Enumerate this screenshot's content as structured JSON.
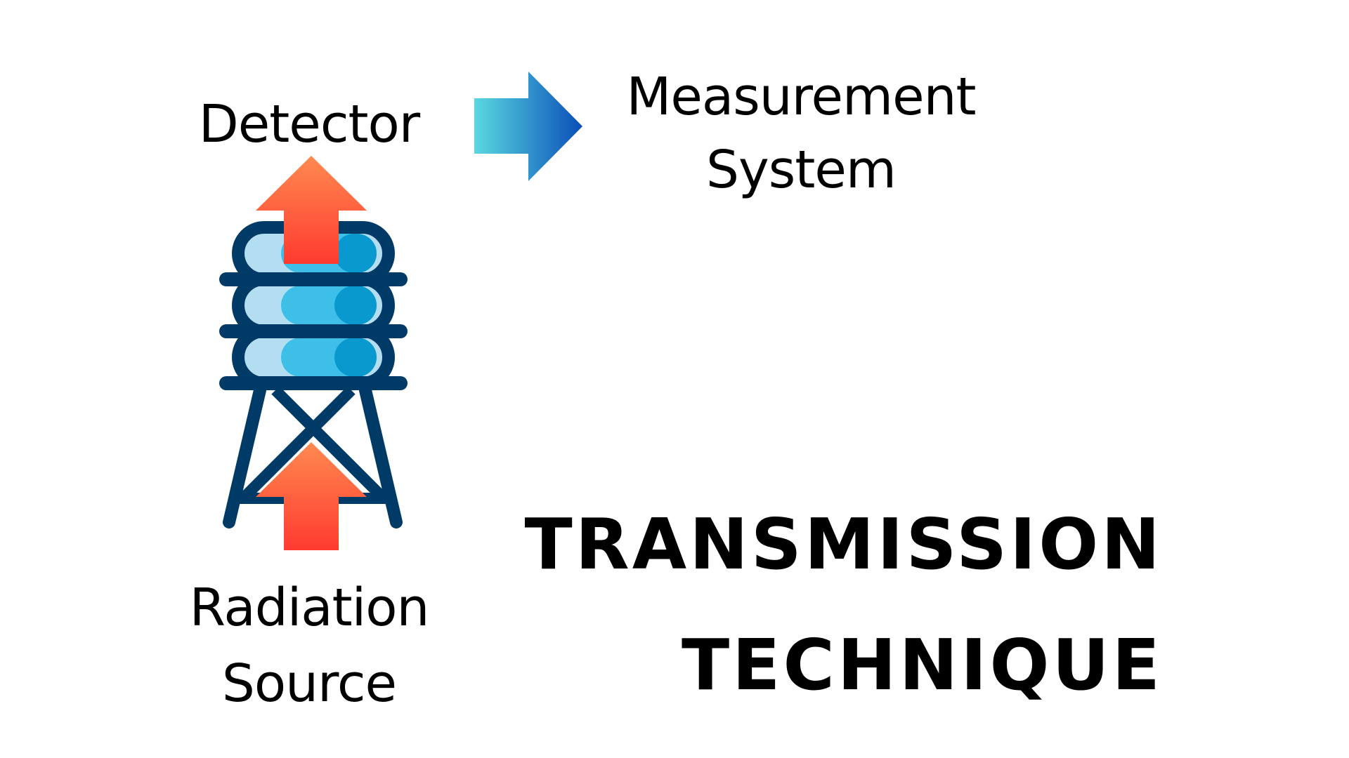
{
  "labels": {
    "detector": "Detector",
    "radiation_source": [
      "Radiation",
      "Source"
    ],
    "measurement_system": [
      "Measurement",
      "System"
    ]
  },
  "title": {
    "line1": "TRANSMISSION",
    "line2": "TECHNIQUE"
  },
  "icons": {
    "vessel": "water-tower-vessel-icon",
    "radiation_arrows": "up-arrow-icon",
    "signal_arrow": "right-arrow-icon"
  },
  "colors": {
    "background": "#ffffff",
    "text": "#000000",
    "vessel_stroke": "#003a66",
    "vessel_fill_light": "#b3ddf0",
    "vessel_fill_mid": "#3ebfe8",
    "vessel_fill_dark": "#0a99cf",
    "up_arrow_top": "#ff8a50",
    "up_arrow_bottom": "#ff3a30",
    "right_arrow_start": "#5ad8e0",
    "right_arrow_end": "#0a4fb8"
  }
}
